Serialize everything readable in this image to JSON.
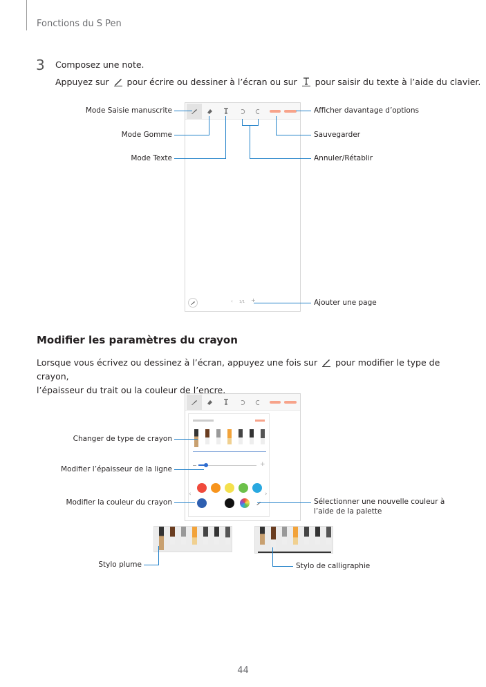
{
  "header": {
    "title": "Fonctions du S Pen"
  },
  "step": {
    "number": "3",
    "title": "Composez une note.",
    "desc_part1": "Appuyez sur",
    "desc_part2": "pour écrire ou dessiner à l’écran ou sur",
    "desc_part3": "pour saisir du texte à l’aide du clavier."
  },
  "figure1": {
    "labels": {
      "handwriting_mode": "Mode Saisie manuscrite",
      "eraser_mode": "Mode Gomme",
      "text_mode": "Mode Texte",
      "more_options": "Afficher davantage d’options",
      "save": "Sauvegarder",
      "undo_redo": "Annuler/Rétablir",
      "add_page": "Ajouter une page"
    },
    "page_indicator": "1/1"
  },
  "section": {
    "title": "Modifier les paramètres du crayon",
    "desc_part1": "Lorsque vous écrivez ou dessinez à l’écran, appuyez une fois sur",
    "desc_part2": "pour modifier le type de crayon,",
    "desc_line2": "l’épaisseur du trait ou la couleur de l’encre."
  },
  "figure2": {
    "labels": {
      "change_pen_type": "Changer de type de crayon",
      "line_thickness": "Modifier l’épaisseur de la ligne",
      "pen_color": "Modifier la couleur du crayon",
      "palette_color": "Sélectionner une nouvelle couleur à",
      "palette_color_2": "l’aide de la palette"
    },
    "colors_row1": [
      "#f04a3c",
      "#f7941d",
      "#f4e04d",
      "#6cc04a",
      "#29a8e0"
    ],
    "colors_row2": [
      "#2e5fb0",
      "#111111"
    ]
  },
  "figure3": {
    "fountain_pen": "Stylo plume",
    "calligraphy_pen": "Stylo de calligraphie"
  },
  "footer": {
    "page_number": "44"
  }
}
